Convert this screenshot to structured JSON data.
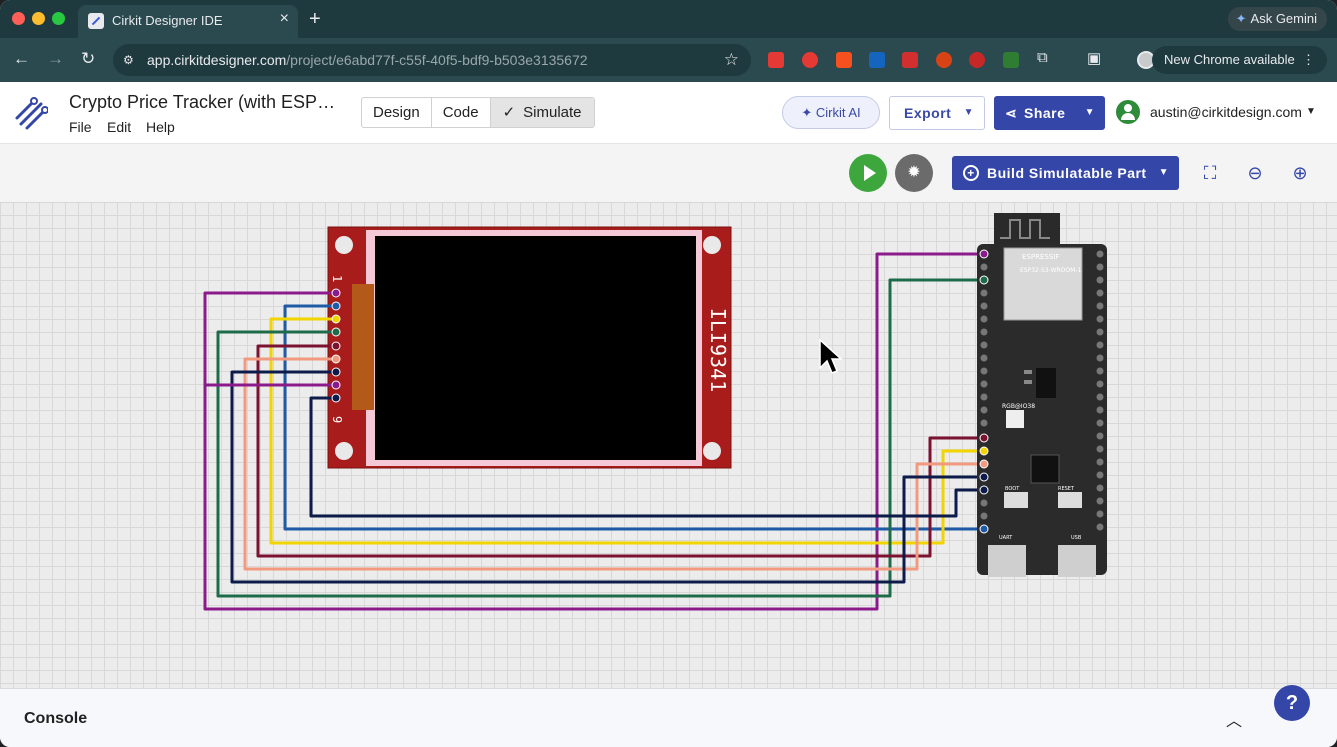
{
  "browser": {
    "tab_title": "Cirkit Designer IDE",
    "url_host": "app.cirkitdesigner.com",
    "url_path": "/project/e6abd77f-c55f-40f5-bdf9-b503e3135672",
    "ask_gemini": "Ask Gemini",
    "new_chrome": "New Chrome available",
    "traffic_colors": [
      "#ff5f57",
      "#febc2e",
      "#28c840"
    ],
    "extension_colors": [
      "#e53935",
      "#e53935",
      "#f4511e",
      "#1565c0",
      "#d32f2f",
      "#d84315",
      "#c62828",
      "#2e7d32"
    ]
  },
  "app": {
    "project_title": "Crypto Price Tracker (with ESP…",
    "menu": [
      "File",
      "Edit",
      "Help"
    ],
    "modes": [
      "Design",
      "Code",
      "Simulate"
    ],
    "ai_button": "Cirkit AI",
    "export_button": "Export",
    "share_button": "Share",
    "user_email": "austin@cirkitdesign.com",
    "accent": "#3446a8"
  },
  "simbar": {
    "build_button": "Build Simulatable Part"
  },
  "circuit": {
    "display_label": "ILI9341",
    "pin_first": "1",
    "pin_last": "9",
    "esp_brand": "ESPRESSIF",
    "esp_module": "ESP32-S3-WROOM-1",
    "rgb_label": "RGB@IO38",
    "boot_label": "BOOT",
    "reset_label": "RESET",
    "uart_label": "UART",
    "usb_label": "USB",
    "wire_colors": [
      "#8b1a8b",
      "#1f5aa6",
      "#f2d400",
      "#1e6b4a",
      "#7a1230",
      "#f29a80",
      "#0d1b4a",
      "#8b1a8b",
      "#0d1b4a"
    ]
  },
  "console": {
    "title": "Console",
    "help": "?"
  }
}
